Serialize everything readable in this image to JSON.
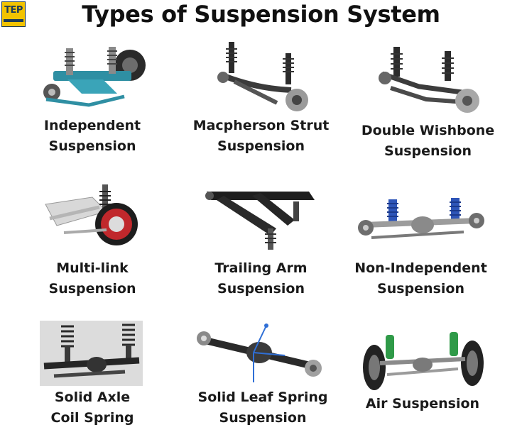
{
  "brand": {
    "logo_text": "TEP"
  },
  "title": "Types of Suspension System",
  "items": [
    {
      "line1": "Independent",
      "line2": "Suspension",
      "icon": "independent-suspension-illustration"
    },
    {
      "line1": "Macpherson Strut",
      "line2": "Suspension",
      "icon": "macpherson-strut-illustration"
    },
    {
      "line1": "Double Wishbone",
      "line2": "Suspension",
      "icon": "double-wishbone-illustration"
    },
    {
      "line1": "Multi-link",
      "line2": "Suspension",
      "icon": "multi-link-illustration"
    },
    {
      "line1": "Trailing Arm",
      "line2": "Suspension",
      "icon": "trailing-arm-illustration"
    },
    {
      "line1": "Non-Independent",
      "line2": "Suspension",
      "icon": "non-independent-illustration"
    },
    {
      "line1": "Solid Axle",
      "line2": "Coil Spring",
      "icon": "solid-axle-coil-spring-illustration"
    },
    {
      "line1": "Solid Leaf Spring",
      "line2": "Suspension",
      "icon": "solid-leaf-spring-illustration"
    },
    {
      "line1": "Air Suspension",
      "line2": "",
      "icon": "air-suspension-illustration"
    }
  ]
}
